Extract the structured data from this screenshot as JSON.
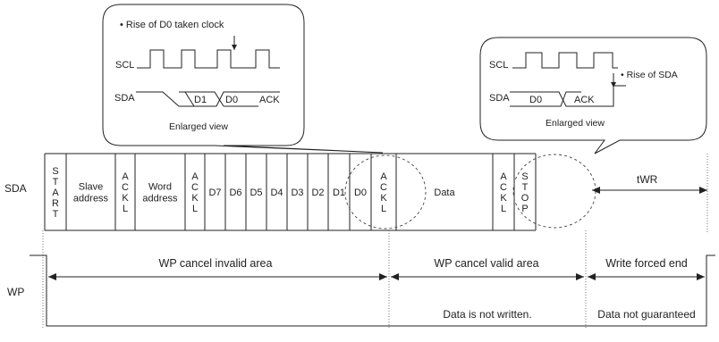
{
  "row_labels": {
    "sda": "SDA",
    "wp": "WP"
  },
  "sda_cells": [
    {
      "label": "S\nT\nA\nR\nT"
    },
    {
      "label": "Slave\naddress"
    },
    {
      "label": "A\nC\nK\nL"
    },
    {
      "label": "Word\naddress"
    },
    {
      "label": "A\nC\nK\nL"
    },
    {
      "label": "D7"
    },
    {
      "label": "D6"
    },
    {
      "label": "D5"
    },
    {
      "label": "D4"
    },
    {
      "label": "D3"
    },
    {
      "label": "D2"
    },
    {
      "label": "D1"
    },
    {
      "label": "D0"
    },
    {
      "label": "A\nC\nK\nL"
    },
    {
      "label": "Data"
    },
    {
      "label": "A\nC\nK\nL"
    },
    {
      "label": "S\nT\nO\nP"
    }
  ],
  "twr_label": "tWR",
  "areas": {
    "invalid": "WP cancel invalid area",
    "valid": "WP cancel valid area",
    "forced": "Write forced end"
  },
  "notes": {
    "not_written": "Data is not written.",
    "not_guaranteed": "Data not guaranteed"
  },
  "callout_left": {
    "bullet": "• Rise of D0 taken clock",
    "scl": "SCL",
    "sda": "SDA",
    "d1": "D1",
    "d0": "D0",
    "ack": "ACK",
    "caption": "Enlarged view"
  },
  "callout_right": {
    "bullet": "• Rise of SDA",
    "scl": "SCL",
    "sda": "SDA",
    "d0": "D0",
    "ack": "ACK",
    "caption": "Enlarged view"
  }
}
